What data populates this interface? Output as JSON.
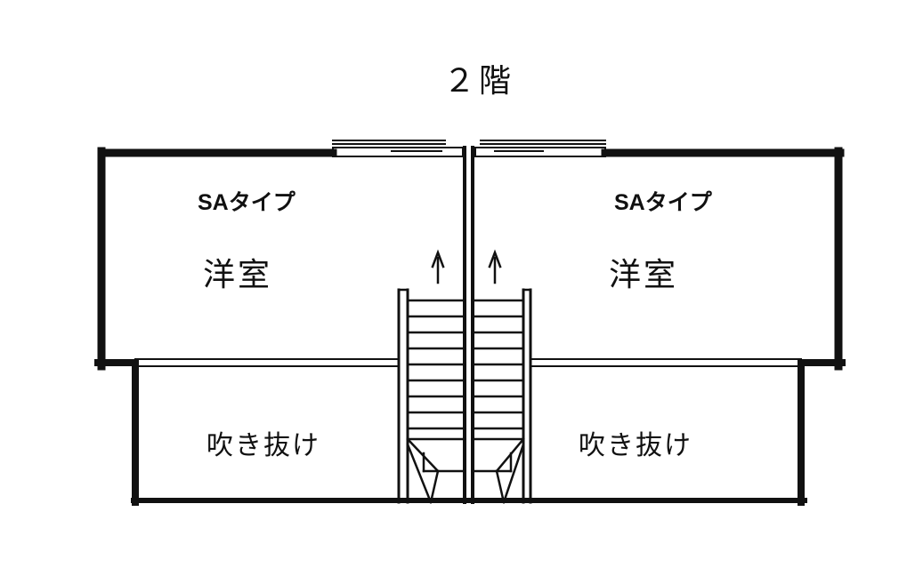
{
  "floor_title": "２階",
  "units": [
    {
      "type_label": "SAタイプ",
      "room_label": "洋室",
      "void_label": "吹き抜け"
    },
    {
      "type_label": "SAタイプ",
      "room_label": "洋室",
      "void_label": "吹き抜け"
    }
  ],
  "colors": {
    "line": "#111111",
    "background": "#ffffff"
  }
}
